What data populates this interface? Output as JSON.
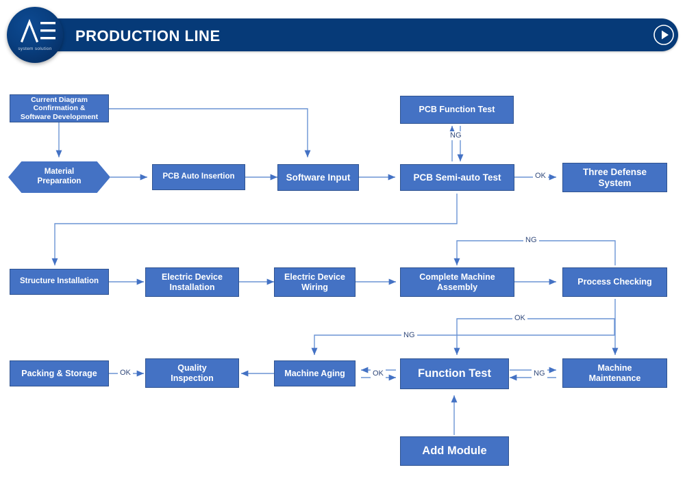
{
  "header": {
    "title": "PRODUCTION LINE",
    "logo_text": "AE",
    "logo_subtitle": "system solution",
    "play_icon": "play-circle-icon",
    "bar_color": "#063A78"
  },
  "theme": {
    "node_fill": "#4472C4",
    "node_border": "#2E528F",
    "wire_color": "#6A93D4",
    "label_color": "#31497B"
  },
  "flow": {
    "nodes": [
      {
        "id": "current-diagram",
        "label": "Current Diagram\nConfirmation &\nSoftware Development",
        "shape": "rect"
      },
      {
        "id": "material-preparation",
        "label": "Material\nPreparation",
        "shape": "hexagon"
      },
      {
        "id": "pcb-auto-insertion",
        "label": "PCB Auto Insertion",
        "shape": "rect"
      },
      {
        "id": "software-input",
        "label": "Software Input",
        "shape": "rect"
      },
      {
        "id": "pcb-function-test",
        "label": "PCB Function Test",
        "shape": "rect"
      },
      {
        "id": "pcb-semi-auto-test",
        "label": "PCB Semi-auto Test",
        "shape": "rect"
      },
      {
        "id": "three-defense-system",
        "label": "Three Defense\nSystem",
        "shape": "rect"
      },
      {
        "id": "structure-installation",
        "label": "Structure Installation",
        "shape": "rect"
      },
      {
        "id": "electric-device-installation",
        "label": "Electric Device\nInstallation",
        "shape": "rect"
      },
      {
        "id": "electric-device-wiring",
        "label": "Electric Device\nWiring",
        "shape": "rect"
      },
      {
        "id": "complete-machine-assembly",
        "label": "Complete Machine\nAssembly",
        "shape": "rect"
      },
      {
        "id": "process-checking",
        "label": "Process Checking",
        "shape": "rect"
      },
      {
        "id": "packing-storage",
        "label": "Packing & Storage",
        "shape": "rect"
      },
      {
        "id": "quality-inspection",
        "label": "Quality\nInspection",
        "shape": "rect"
      },
      {
        "id": "machine-aging",
        "label": "Machine Aging",
        "shape": "rect"
      },
      {
        "id": "function-test",
        "label": "Function Test",
        "shape": "rect"
      },
      {
        "id": "machine-maintenance",
        "label": "Machine\nMaintenance",
        "shape": "rect"
      },
      {
        "id": "add-module",
        "label": "Add Module",
        "shape": "rect"
      }
    ],
    "edge_labels": {
      "pcb_ng": "NG",
      "semi_auto_ok": "OK",
      "process_ng": "NG",
      "process_ok": "OK",
      "aging_ng": "NG",
      "packing_ok": "OK",
      "aging_ok": "OK",
      "maintenance_ng": "NG"
    }
  }
}
